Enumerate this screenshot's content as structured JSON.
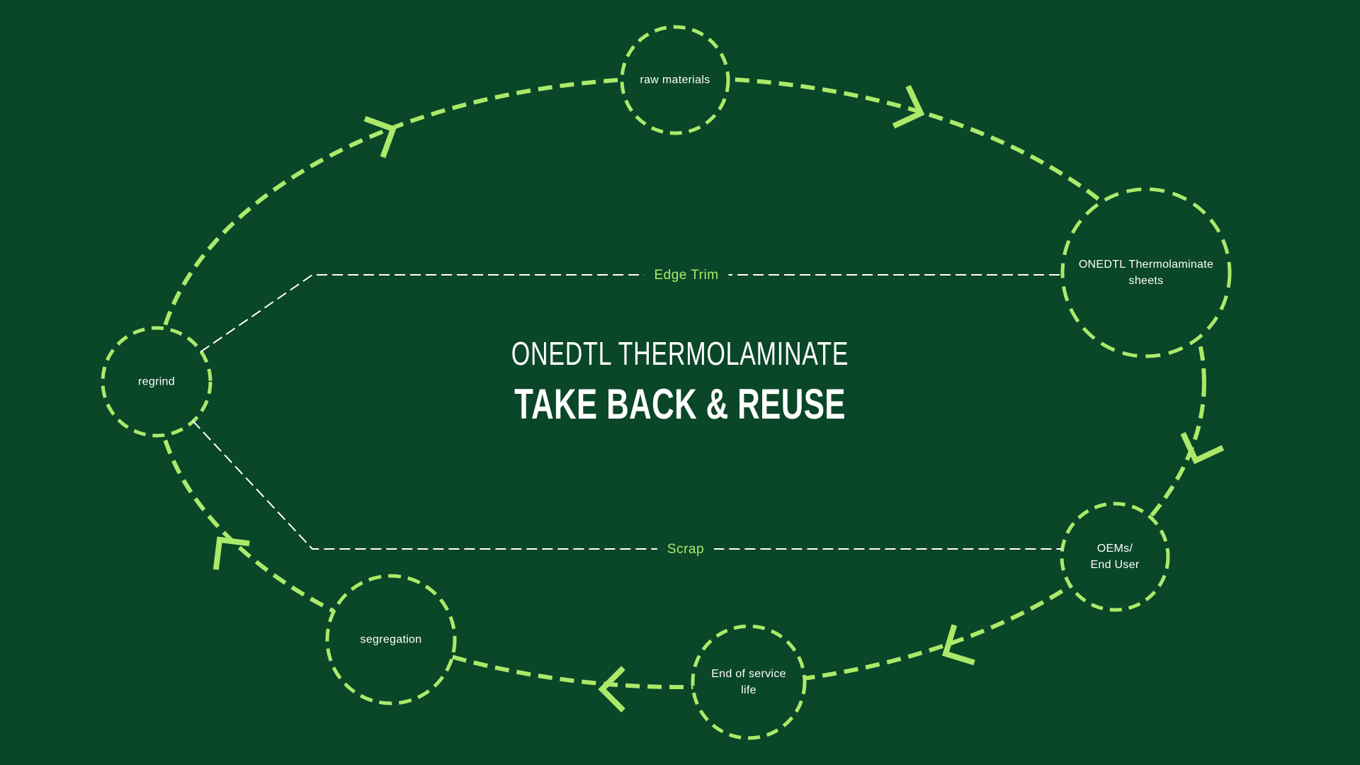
{
  "colors": {
    "background": "#0A4628",
    "accent": "#ABE96A",
    "flow_line": "#FFFFFF",
    "text": "#FFFFFF"
  },
  "title": {
    "line1": "ONEDTL THERMOLAMINATE",
    "line2": "TAKE BACK & REUSE"
  },
  "nodes": [
    {
      "id": "raw-materials",
      "lines": [
        "raw materials"
      ]
    },
    {
      "id": "onedtl-thermolaminate-sheets",
      "lines": [
        "ONEDTL Thermolaminate",
        "sheets"
      ]
    },
    {
      "id": "oems-end-user",
      "lines": [
        "OEMs/",
        "End User"
      ]
    },
    {
      "id": "end-of-service-life",
      "lines": [
        "End of service",
        "life"
      ]
    },
    {
      "id": "segregation",
      "lines": [
        "segregation"
      ]
    },
    {
      "id": "regrind",
      "lines": [
        "regrind"
      ]
    }
  ],
  "flows": [
    {
      "id": "edge-trim",
      "label": "Edge Trim"
    },
    {
      "id": "scrap",
      "label": "Scrap"
    }
  ]
}
